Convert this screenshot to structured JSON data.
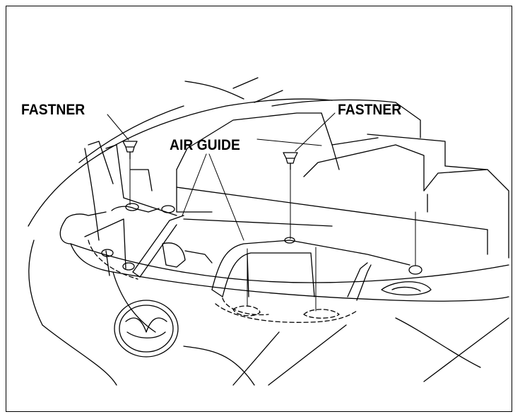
{
  "labels": {
    "fastener_left": "FASTNER",
    "fastener_right": "FASTNER",
    "air_guide": "AIR GUIDE"
  },
  "colors": {
    "ink": "#000000",
    "paper": "#ffffff"
  }
}
